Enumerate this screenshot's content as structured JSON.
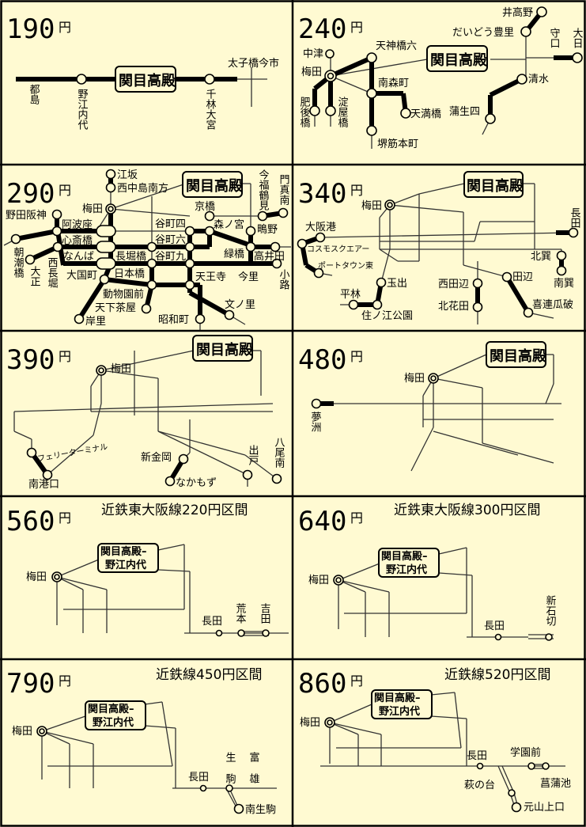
{
  "colors": {
    "background": "#fffad2",
    "line": "#000000"
  },
  "origin_box": {
    "name": "関目高殿",
    "line1": "関目高殿–",
    "line2": "野江内代"
  },
  "panels": [
    {
      "fare": "190",
      "yen": "円",
      "stations": [
        "都島",
        "野江内代",
        "千林大宮",
        "太子橋今市"
      ]
    },
    {
      "fare": "240",
      "yen": "円",
      "stations": [
        "井高野",
        "だいどう豊里",
        "守口",
        "大日",
        "中津",
        "梅田",
        "天神橋六",
        "南森町",
        "天満橋",
        "堺筋本町",
        "肥後橋",
        "淀屋橋",
        "清水",
        "蒲生四"
      ]
    },
    {
      "fare": "290",
      "yen": "円",
      "stations": [
        "江坂",
        "西中島南方",
        "梅田",
        "野田阪神",
        "阿波座",
        "心斎橋",
        "なんば",
        "西長堀",
        "朝潮橋",
        "大正",
        "大国町",
        "長堀橋",
        "日本橋",
        "動物園前",
        "天下茶屋",
        "岸里",
        "谷町四",
        "谷町六",
        "谷町九",
        "天王寺",
        "昭和町",
        "文ノ里",
        "京橋",
        "森ノ宮",
        "緑橋",
        "鴫野",
        "今福鶴見",
        "門真南",
        "高井田",
        "小路",
        "今里"
      ]
    },
    {
      "fare": "340",
      "yen": "円",
      "stations": [
        "梅田",
        "大阪港",
        "コスモスクエアー",
        "ポートタウン東",
        "玉出",
        "平林",
        "住ノ江公園",
        "西田辺",
        "北花田",
        "田辺",
        "喜連瓜破",
        "北巽",
        "南巽",
        "長田"
      ]
    },
    {
      "fare": "390",
      "yen": "円",
      "stations": [
        "梅田",
        "フェリーターミナル",
        "南港口",
        "新金岡",
        "なかもず",
        "出戸",
        "八尾南"
      ]
    },
    {
      "fare": "480",
      "yen": "円",
      "stations": [
        "梅田",
        "夢洲"
      ]
    },
    {
      "fare": "560",
      "yen": "円",
      "title": "近鉄東大阪線220円区間",
      "stations": [
        "梅田",
        "長田",
        "荒本",
        "吉田"
      ]
    },
    {
      "fare": "640",
      "yen": "円",
      "title": "近鉄東大阪線300円区間",
      "stations": [
        "梅田",
        "長田",
        "新石切"
      ]
    },
    {
      "fare": "790",
      "yen": "円",
      "title": "近鉄線450円区間",
      "stations": [
        "梅田",
        "長田",
        "生駒",
        "富雄",
        "南生駒"
      ]
    },
    {
      "fare": "860",
      "yen": "円",
      "title": "近鉄線520円区間",
      "stations": [
        "梅田",
        "長田",
        "学園前",
        "菖蒲池",
        "萩の台",
        "元山上口"
      ]
    }
  ]
}
